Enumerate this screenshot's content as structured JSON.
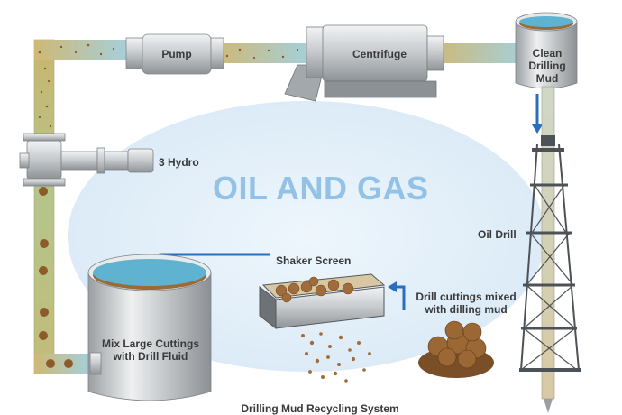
{
  "diagram": {
    "headline": "OIL AND GAS",
    "caption": "Drilling Mud Recycling System",
    "labels": {
      "pump": "Pump",
      "centrifuge": "Centrifuge",
      "clean_mud_1": "Clean",
      "clean_mud_2": "Drilling",
      "clean_mud_3": "Mud",
      "hydro": "3 Hydro",
      "oil_drill": "Oil Drill",
      "shaker_screen": "Shaker Screen",
      "cuttings_1": "Drill cuttings mixed",
      "cuttings_2": "with dilling mud",
      "mix_tank_1": "Mix Large Cuttings",
      "mix_tank_2": "with Drill Fluid"
    }
  },
  "colors": {
    "pipe_start": "#cfb874",
    "pipe_end": "#9fd3e8",
    "arrow": "#2a6fbe",
    "water": "#5fb2d0",
    "metal": "#bfc3c6",
    "cuttings": "#a9763d",
    "background_ellipse": "#e3f0fa",
    "headline": "#93c2e6"
  }
}
